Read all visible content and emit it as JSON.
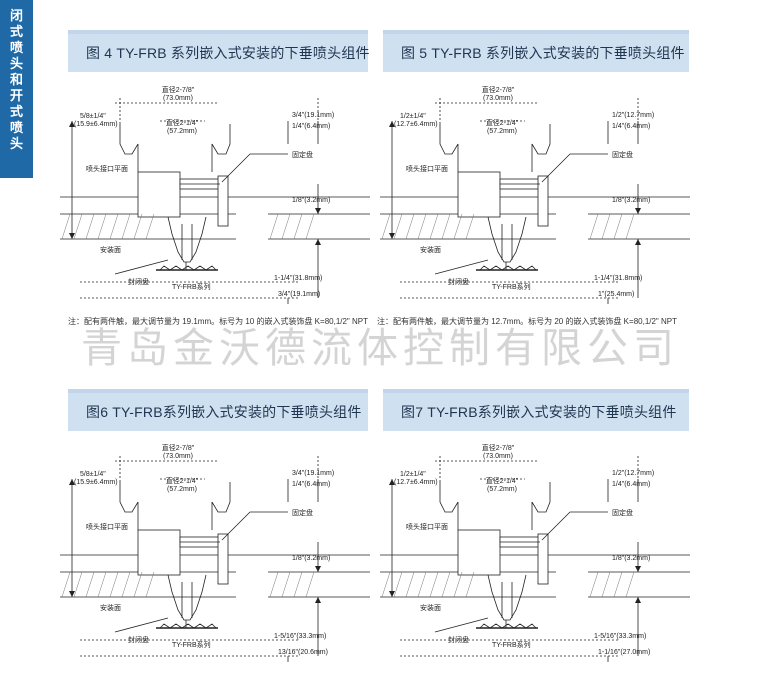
{
  "sidebar": {
    "chars": [
      "闭",
      "式",
      "喷",
      "头",
      "和",
      "开",
      "式",
      "喷",
      "头"
    ]
  },
  "figures": [
    {
      "title": "图 4  TY-FRB 系列嵌入式安装的下垂喷头组件",
      "lbl_d_outer": "直径2-7/8\"",
      "lbl_d_outer_mm": "(73.0mm)",
      "lbl_d_inner": "直径2-1/4\"",
      "lbl_d_inner_mm": "(57.2mm)",
      "lbl_left": "5/8±1/4\"",
      "lbl_left_mm": "(15.9±6.4mm)",
      "lbl_tr1": "3/4\"(19.1mm)",
      "lbl_tr2": "1/4\"(6.4mm)",
      "lbl_plate": "固定盘",
      "lbl_face": "喷头接口平面",
      "lbl_gap": "1/8\"(3.2mm)",
      "lbl_ceiling": "安装面",
      "lbl_seal": "封闭盘",
      "lbl_model": "TY-FRB系列",
      "lbl_b1": "1-1/4\"(31.8mm)",
      "lbl_b2": "3/4\"(19.1mm)"
    },
    {
      "title": "图 5  TY-FRB 系列嵌入式安装的下垂喷头组件",
      "lbl_d_outer": "直径2-7/8\"",
      "lbl_d_outer_mm": "(73.0mm)",
      "lbl_d_inner": "直径2-1/4\"",
      "lbl_d_inner_mm": "(57.2mm)",
      "lbl_left": "1/2±1/4\"",
      "lbl_left_mm": "(12.7±6.4mm)",
      "lbl_tr1": "1/2\"(12.7mm)",
      "lbl_tr2": "1/4\"(6.4mm)",
      "lbl_plate": "固定盘",
      "lbl_face": "喷头接口平面",
      "lbl_gap": "1/8\"(3.2mm)",
      "lbl_ceiling": "安装面",
      "lbl_seal": "封闭盘",
      "lbl_model": "TY-FRB系列",
      "lbl_b1": "1-1/4\"(31.8mm)",
      "lbl_b2": "1\"(25.4mm)"
    },
    {
      "title": "图6  TY-FRB系列嵌入式安装的下垂喷头组件",
      "lbl_d_outer": "直径2-7/8\"",
      "lbl_d_outer_mm": "(73.0mm)",
      "lbl_d_inner": "直径2-1/4\"",
      "lbl_d_inner_mm": "(57.2mm)",
      "lbl_left": "5/8±1/4\"",
      "lbl_left_mm": "(15.9±6.4mm)",
      "lbl_tr1": "3/4\"(19.1mm)",
      "lbl_tr2": "1/4\"(6.4mm)",
      "lbl_plate": "固定盘",
      "lbl_face": "喷头接口平面",
      "lbl_gap": "1/8\"(3.2mm)",
      "lbl_ceiling": "安装面",
      "lbl_seal": "封闭盘",
      "lbl_model": "TY-FRB系列",
      "lbl_b1": "1-5/16\"(33.3mm)",
      "lbl_b2": "13/16\"(20.6mm)"
    },
    {
      "title": "图7  TY-FRB系列嵌入式安装的下垂喷头组件",
      "lbl_d_outer": "直径2-7/8\"",
      "lbl_d_outer_mm": "(73.0mm)",
      "lbl_d_inner": "直径2-1/4\"",
      "lbl_d_inner_mm": "(57.2mm)",
      "lbl_left": "1/2±1/4\"",
      "lbl_left_mm": "(12.7±6.4mm)",
      "lbl_tr1": "1/2\"(12.7mm)",
      "lbl_tr2": "1/4\"(6.4mm)",
      "lbl_plate": "固定盘",
      "lbl_face": "喷头接口平面",
      "lbl_gap": "1/8\"(3.2mm)",
      "lbl_ceiling": "安装面",
      "lbl_seal": "封闭盘",
      "lbl_model": "TY-FRB系列",
      "lbl_b1": "1-5/16\"(33.3mm)",
      "lbl_b2": "1-1/16\"(27.0mm)"
    }
  ],
  "notes": {
    "note1": "注：配有两件触，最大调节量为 19.1mm。标号为 10 的嵌入式装饰盘 K=80,1/2\" NPT",
    "note2": "注：配有两件触，最大调节量为 12.7mm。标号为 20 的嵌入式装饰盘 K=80,1/2\" NPT"
  },
  "watermark": "青岛金沃德流体控制有限公司"
}
